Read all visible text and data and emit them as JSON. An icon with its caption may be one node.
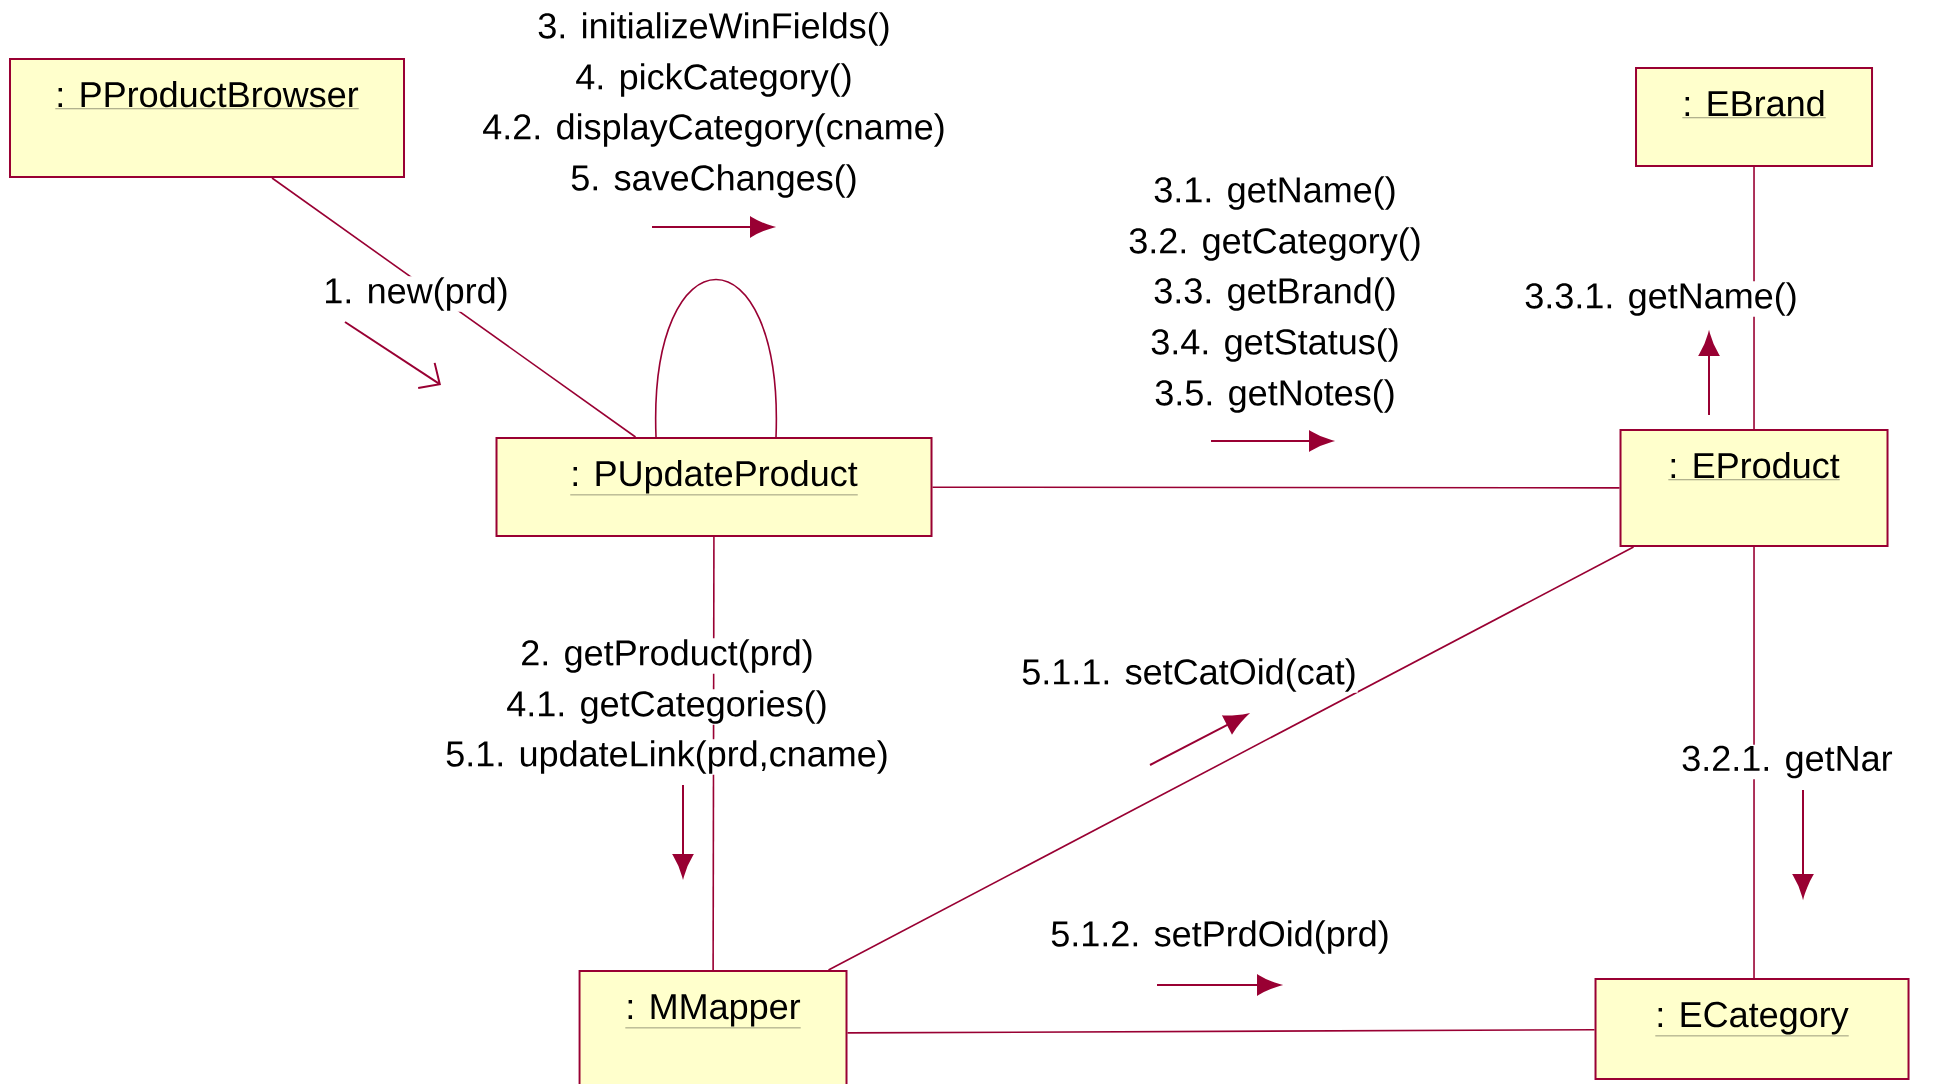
{
  "diagram": {
    "nodes": [
      {
        "text": [
          ": PProductBrowser"
        ]
      },
      {
        "text": [
          ": EBrand"
        ]
      },
      {
        "text": [
          ": PUpdateProduct"
        ]
      },
      {
        "text": [
          ": EProduct"
        ]
      },
      {
        "text": [
          ": MMapper"
        ]
      },
      {
        "text": [
          ": ECategory"
        ]
      }
    ],
    "edges": [
      {
        "from": 0,
        "to": 2,
        "arrow": "none"
      },
      {
        "from": 2,
        "to": 2,
        "arrow": "none"
      },
      {
        "from": 2,
        "to": 3,
        "arrow": "none"
      },
      {
        "from": 1,
        "to": 3,
        "arrow": "none"
      },
      {
        "from": 2,
        "to": 4,
        "arrow": "none"
      },
      {
        "from": 3,
        "to": 4,
        "arrow": "none"
      },
      {
        "from": 3,
        "to": 5,
        "arrow": "none"
      },
      {
        "from": 4,
        "to": 5,
        "arrow": "none"
      }
    ],
    "labels": [
      "3. initializeWinFields()",
      "4. pickCategory()",
      "4.2. displayCategory(cname)",
      "5. saveChanges()",
      "1. new(prd)",
      "3.1. getName()",
      "3.2. getCategory()",
      "3.3. getBrand()",
      "3.4. getStatus()",
      "3.5. getNotes()",
      "3.3.1. getName()",
      "2. getProduct(prd)",
      "4.1. getCategories()",
      "5.1. updateLink(prd,cname)",
      "5.1.1. setCatOid(cat)",
      "3.2.1. getNar",
      "5.1.2. setPrdOid(prd)"
    ]
  }
}
